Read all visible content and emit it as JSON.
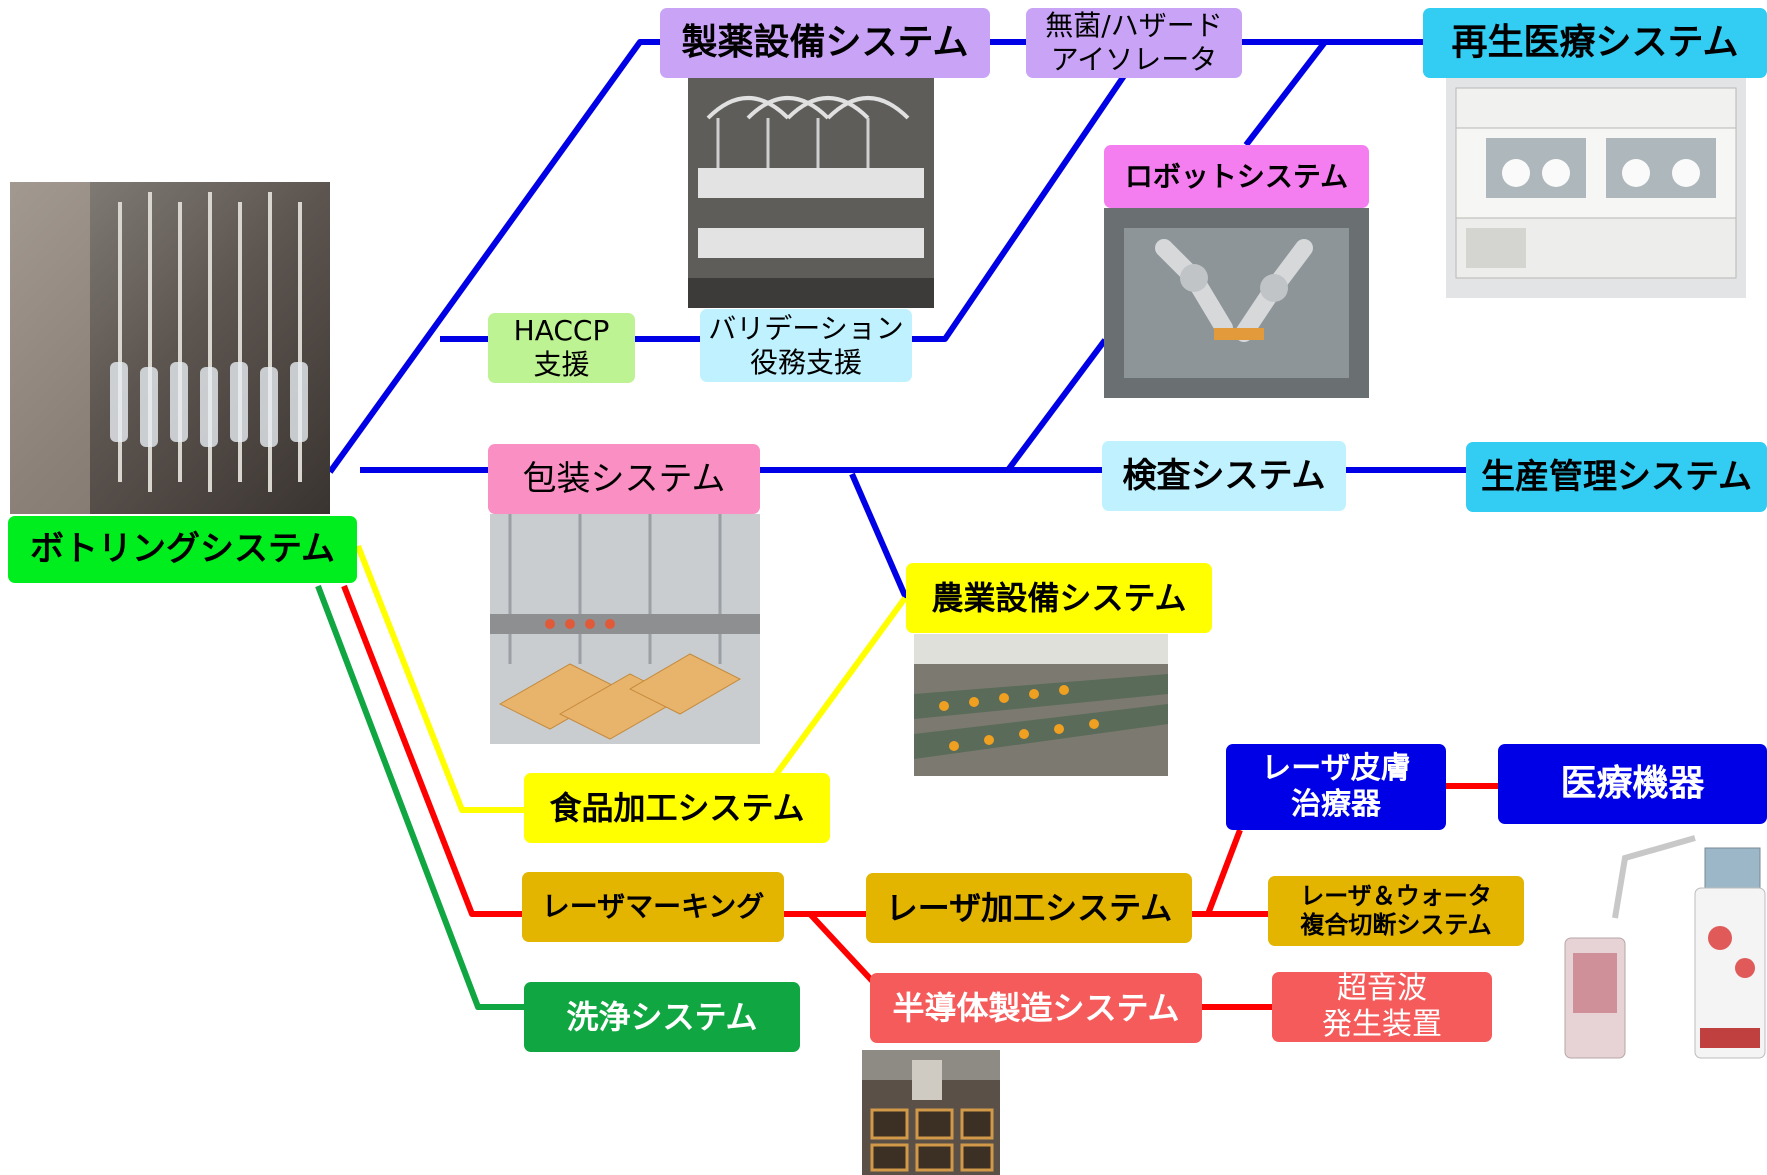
{
  "colors": {
    "blue_line": "#0000e6",
    "yellow_line": "#ffff00",
    "red_line": "#ff0000",
    "green_line": "#10a642"
  },
  "nodes": {
    "bottling": "ボトリングシステム",
    "pharma": "製薬設備システム",
    "isolator": [
      "無菌/ハザード",
      "アイソレータ"
    ],
    "regen": "再生医療システム",
    "robot": "ロボットシステム",
    "haccp": [
      "HACCP",
      "支援"
    ],
    "validation": [
      "バリデーション",
      "役務支援"
    ],
    "packaging": "包装システム",
    "inspection": "検査システム",
    "production": "生産管理システム",
    "agri": "農業設備システム",
    "food": "食品加工システム",
    "laser_skin": [
      "レーザ皮膚",
      "治療器"
    ],
    "medical": "医療機器",
    "laser_marking": "レーザマーキング",
    "laser_proc": "レーザ加工システム",
    "laser_water": [
      "レーザ＆ウォータ",
      "複合切断システム"
    ],
    "cleaning": "洗浄システム",
    "semicon": "半導体製造システム",
    "ultrasonic": [
      "超音波",
      "発生装置"
    ]
  },
  "photo_icons": {
    "bottling_photo": "bottling-line-photo",
    "pharma_photo": "pharma-filling-photo",
    "regen_photo": "isolator-cabinet-photo",
    "robot_photo": "robot-arm-photo",
    "packaging_photo": "packaging-line-photo",
    "agri_photo": "fruit-sorting-photo",
    "semicon_photo": "semiconductor-chip-photo",
    "medical_photo": "medical-device-photo"
  }
}
